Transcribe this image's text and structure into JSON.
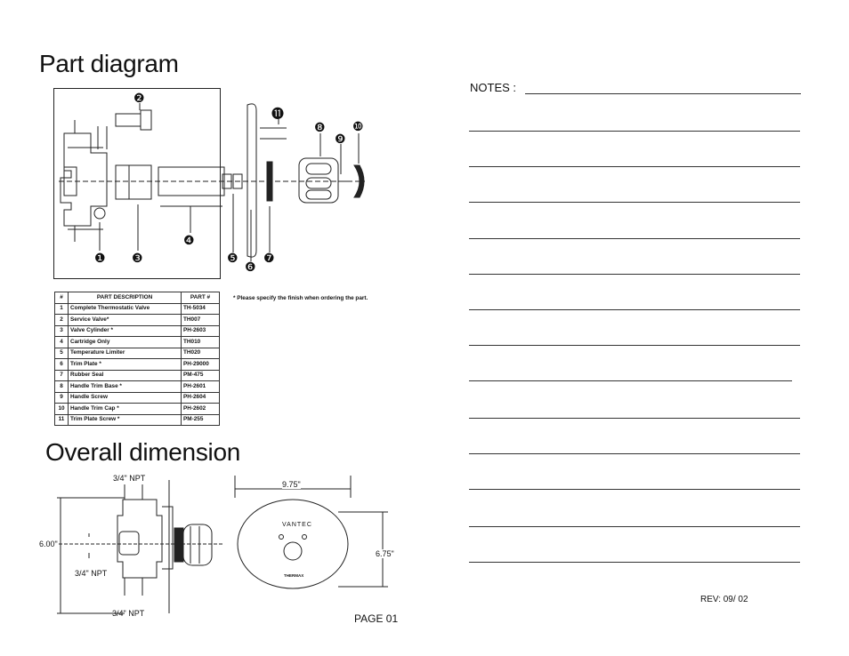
{
  "headings": {
    "part_diagram": "Part  diagram",
    "overall_dimension": "Overall dimension"
  },
  "callouts": [
    "❶",
    "❷",
    "❸",
    "❹",
    "❺",
    "❻",
    "❼",
    "❽",
    "❾",
    "❿",
    "⓫"
  ],
  "table": {
    "headers": [
      "#",
      "PART DESCRIPTION",
      "PART #"
    ],
    "rows": [
      {
        "n": "1",
        "desc": "Complete Thermostatic Valve",
        "part": "TH-5034"
      },
      {
        "n": "2",
        "desc": "Service Valve*",
        "part": "TH007"
      },
      {
        "n": "3",
        "desc": "Valve Cylinder *",
        "part": "PH-2603"
      },
      {
        "n": "4",
        "desc": "Cartridge Only",
        "part": "TH010"
      },
      {
        "n": "5",
        "desc": "Temperature Limiter",
        "part": "TH020"
      },
      {
        "n": "6",
        "desc": "Trim Plate *",
        "part": "PH-29000"
      },
      {
        "n": "7",
        "desc": "Rubber Seal",
        "part": "PM-475"
      },
      {
        "n": "8",
        "desc": "Handle Trim Base *",
        "part": "PH-2601"
      },
      {
        "n": "9",
        "desc": "Handle Screw",
        "part": "PH-2604"
      },
      {
        "n": "10",
        "desc": "Handle Trim Cap *",
        "part": "PH-2602"
      },
      {
        "n": "11",
        "desc": "Trim Plate Screw *",
        "part": "PM-255"
      }
    ]
  },
  "finish_note": "* Please specify the finish when ordering the part.",
  "dimensions": {
    "npt_top": "3/4\" NPT",
    "npt_mid": "3/4\" NPT",
    "npt_bottom": "3/4\" NPT",
    "height": "6.00\"",
    "width": "9.75\"",
    "plate_height": "6.75\"",
    "brand": "VANTEC",
    "plate_label": "THERMAX"
  },
  "notes_label": "NOTES :",
  "page": "PAGE 01",
  "rev": "REV: 09/ 02"
}
